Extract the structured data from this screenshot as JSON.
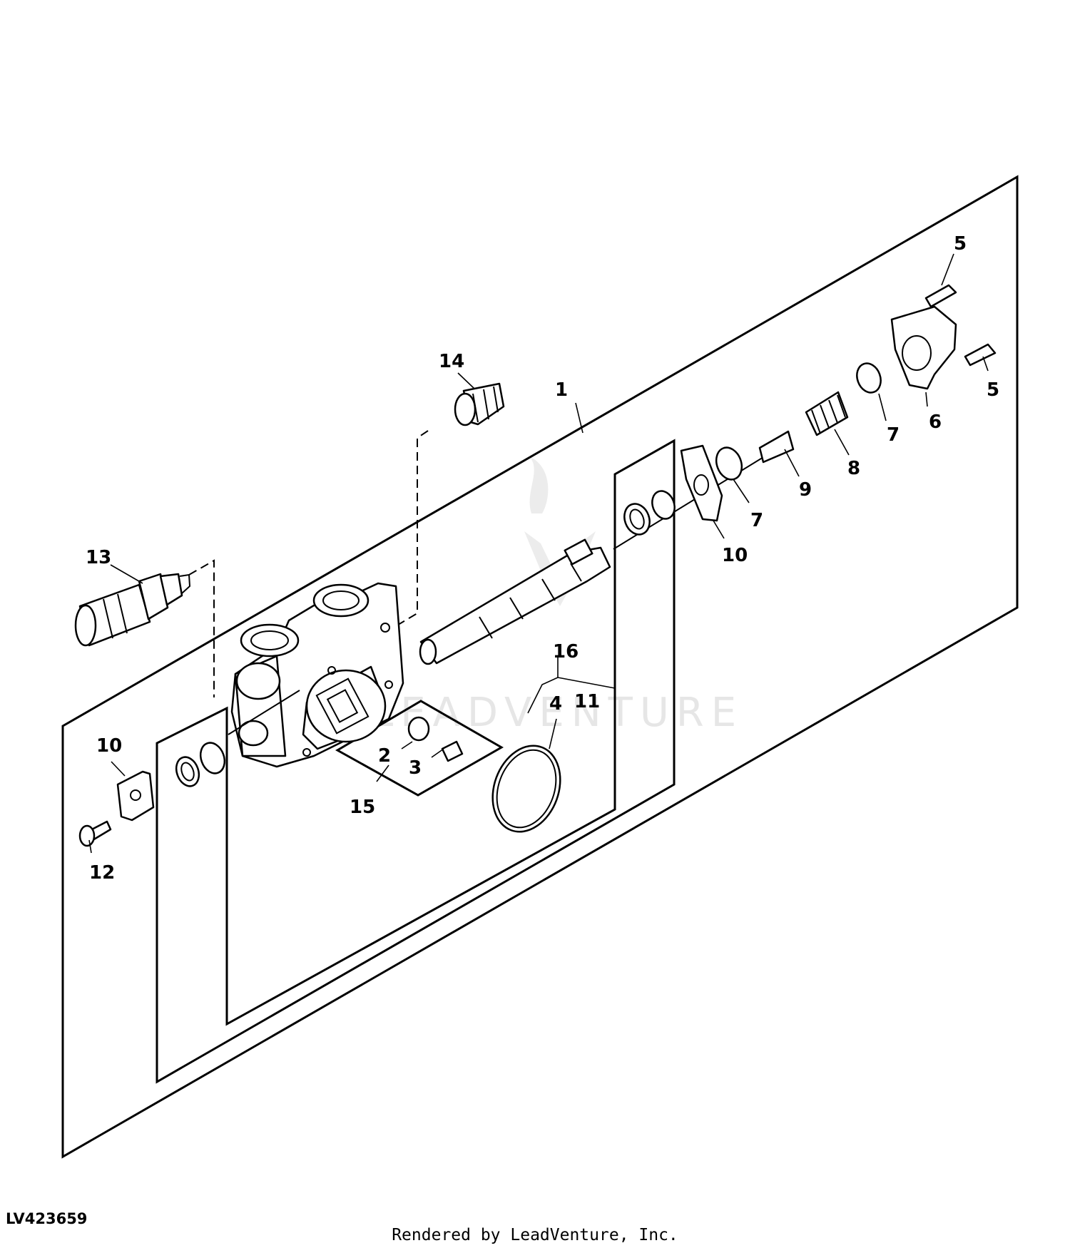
{
  "figure_id": "LV423659",
  "credit": "Rendered by LeadVenture, Inc.",
  "watermark": "LEADVENTURE",
  "callouts": {
    "c1": "1",
    "c2": "2",
    "c3": "3",
    "c4": "4",
    "c5a": "5",
    "c5b": "5",
    "c6": "6",
    "c7a": "7",
    "c7b": "7",
    "c8": "8",
    "c9": "9",
    "c10a": "10",
    "c10b": "10",
    "c11": "11",
    "c12": "12",
    "c13": "13",
    "c14": "14",
    "c15": "15",
    "c16": "16"
  }
}
